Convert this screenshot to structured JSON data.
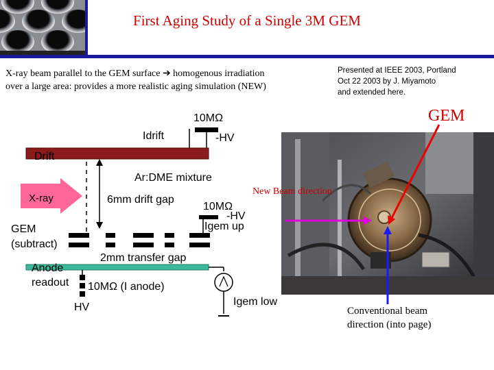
{
  "slide": {
    "title": "First Aging Study of a Single 3M GEM",
    "description_line1": "X-ray beam parallel to the GEM surface ➔ homogenous irradiation",
    "description_line2": "over a large area: provides a more realistic aging simulation (NEW)",
    "note_line1": "Presented at IEEE 2003, Portland",
    "note_line2": "Oct 22 2003 by J. Miyamoto",
    "note_line3": "and extended here."
  },
  "diagram": {
    "resistor_top": "10MΩ",
    "idrift": "Idrift",
    "hv_top": "-HV",
    "drift": "Drift",
    "gas": "Ar:DME mixture",
    "xray": "X-ray",
    "drift_gap": "6mm drift gap",
    "resistor_mid": "10MΩ",
    "hv_mid": "-HV",
    "igem_up": "Igem up",
    "gem_line1": "GEM",
    "gem_line2": "(subtract)",
    "transfer_gap": "2mm transfer gap",
    "anode_line1": "Anode",
    "anode_line2": "readout",
    "resistor_anode": "10MΩ (I anode)",
    "hv_bottom": "HV",
    "igem_low": "Igem low"
  },
  "photo": {
    "gem_label": "GEM",
    "new_beam_label": "New Beam direction",
    "conventional_beam_line1": "Conventional beam",
    "conventional_beam_line2": "direction (into page)"
  },
  "colors": {
    "title": "#cc0000",
    "rule": "#1a1a9a",
    "drift_electrode": "#8b1a1a",
    "anode": "#3cb89a",
    "xray_arrow": "#ff6699",
    "new_beam_arrow": "#e000e0",
    "conventional_arrow": "#1a1aff",
    "gem_pointer": "#ee0000"
  }
}
